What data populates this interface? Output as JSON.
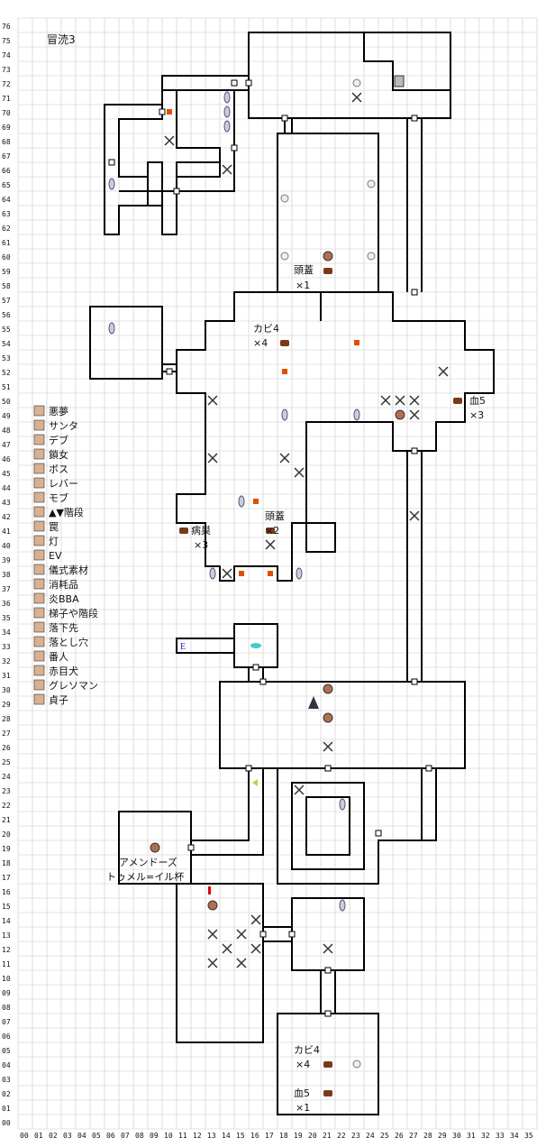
{
  "title": "冒涜3",
  "y_axis": [
    "00",
    "01",
    "02",
    "03",
    "04",
    "05",
    "06",
    "07",
    "08",
    "09",
    "10",
    "11",
    "12",
    "13",
    "14",
    "15",
    "16",
    "17",
    "18",
    "19",
    "20",
    "21",
    "22",
    "23",
    "24",
    "25",
    "26",
    "27",
    "28",
    "29",
    "30",
    "31",
    "32",
    "33",
    "34",
    "35",
    "36",
    "37",
    "38",
    "39",
    "40",
    "41",
    "42",
    "43",
    "44",
    "45",
    "46",
    "47",
    "48",
    "49",
    "50",
    "51",
    "52",
    "53",
    "54",
    "55",
    "56",
    "57",
    "58",
    "59",
    "60",
    "61",
    "62",
    "63",
    "64",
    "65",
    "66",
    "67",
    "68",
    "69",
    "70",
    "71",
    "72",
    "73",
    "74",
    "75",
    "76"
  ],
  "x_axis": [
    "00",
    "01",
    "02",
    "03",
    "04",
    "05",
    "06",
    "07",
    "08",
    "09",
    "10",
    "11",
    "12",
    "13",
    "14",
    "15",
    "16",
    "17",
    "18",
    "19",
    "20",
    "21",
    "22",
    "23",
    "24",
    "25",
    "26",
    "27",
    "28",
    "29",
    "30",
    "31",
    "32",
    "33",
    "34",
    "35"
  ],
  "legend": [
    {
      "icon": "nightmare-chest-icon",
      "label": "悪夢"
    },
    {
      "icon": "santa-icon",
      "label": "サンタ"
    },
    {
      "icon": "debu-icon",
      "label": "デブ"
    },
    {
      "icon": "shackled-woman-icon",
      "label": "鎖女"
    },
    {
      "icon": "boss-icon",
      "label": "ボス"
    },
    {
      "icon": "lever-icon",
      "label": "レバー"
    },
    {
      "icon": "mob-icon",
      "label": "モブ"
    },
    {
      "icon": "stairs-icon",
      "label": "▲▼階段"
    },
    {
      "icon": "trap-icon",
      "label": "罠"
    },
    {
      "icon": "lamp-icon",
      "label": "灯"
    },
    {
      "icon": "ev-icon",
      "label": "EV"
    },
    {
      "icon": "ritual-material-icon",
      "label": "儀式素材"
    },
    {
      "icon": "consumable-icon",
      "label": "消耗品"
    },
    {
      "icon": "flame-bba-icon",
      "label": "炎BBA"
    },
    {
      "icon": "ladder-icon",
      "label": "梯子や階段"
    },
    {
      "icon": "drop-destination-icon",
      "label": "落下先"
    },
    {
      "icon": "pitfall-icon",
      "label": "落とし穴"
    },
    {
      "icon": "guard-icon",
      "label": "番人"
    },
    {
      "icon": "red-eye-dog-icon",
      "label": "赤目犬"
    },
    {
      "icon": "gresoman-icon",
      "label": "グレソマン"
    },
    {
      "icon": "sadako-icon",
      "label": "貞子"
    }
  ],
  "labels": {
    "skull1": "頭蓋",
    "skull1_count": "×1",
    "mold4_top": "カビ4",
    "mold4_top_count": "×4",
    "blood5_top": "血5",
    "blood5_top_count": "×3",
    "disease": "病巣",
    "disease_count": "×3",
    "skull2": "頭蓋",
    "skull2_count": "×2",
    "ev_marker": "E",
    "amends": "アメンドーズ",
    "cup": "トゥメル=イル杯",
    "mold4_bottom": "カビ4",
    "mold4_bottom_count": "×4",
    "blood5_bottom": "血5",
    "blood5_bottom_count": "×1"
  },
  "colors": {
    "grid": "#c8c8c8",
    "wall": "#000000",
    "trap": "#e05000",
    "chest": "#7a3a1a",
    "enemy": "#b07050"
  }
}
